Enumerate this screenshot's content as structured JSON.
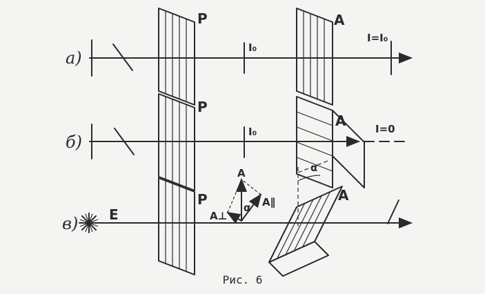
{
  "rows": [
    {
      "label": "a)",
      "input_intensity": "I₀",
      "polarizer": "P",
      "analyzer": "A",
      "result": "I=I₀"
    },
    {
      "label": "б)",
      "input_intensity": "I₀",
      "polarizer": "P",
      "analyzer": "A",
      "result": "I=0"
    },
    {
      "label": "в)",
      "source": "E",
      "polarizer": "P",
      "analyzer": "A"
    }
  ],
  "vectors": {
    "amplitude": "A",
    "perp": "A⊥",
    "parallel": "A∥",
    "angle": "α"
  },
  "angle_label": "α",
  "caption": "Рис. 6"
}
